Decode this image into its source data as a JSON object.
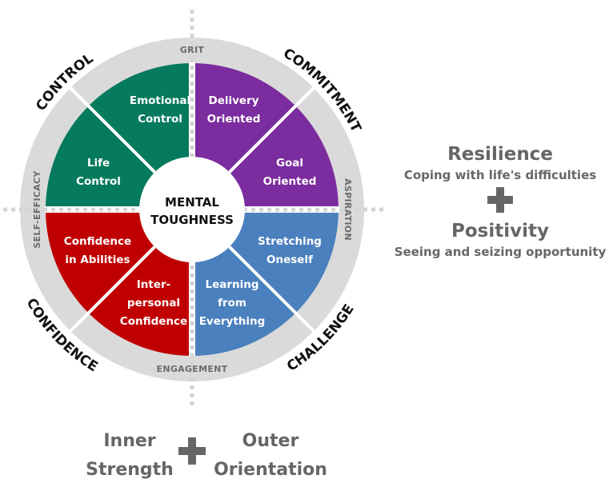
{
  "diagram": {
    "center_label": [
      "MENTAL",
      "TOUGHNESS"
    ],
    "ring_labels": {
      "top": "GRIT",
      "right": "ASPIRATION",
      "bottom": "ENGAGEMENT",
      "left": "SELF-EFFICACY"
    },
    "quadrants": [
      {
        "name": "CONTROL",
        "color": "#067a5e",
        "segments": [
          {
            "lines": [
              "Emotional",
              "Control"
            ]
          },
          {
            "lines": [
              "Life",
              "Control"
            ]
          }
        ]
      },
      {
        "name": "COMMITMENT",
        "color": "#7b2c9e",
        "segments": [
          {
            "lines": [
              "Delivery",
              "Oriented"
            ]
          },
          {
            "lines": [
              "Goal",
              "Oriented"
            ]
          }
        ]
      },
      {
        "name": "CHALLENGE",
        "color": "#4a80bd",
        "segments": [
          {
            "lines": [
              "Stretching",
              "Oneself"
            ]
          },
          {
            "lines": [
              "Learning",
              "from",
              "Everything"
            ]
          }
        ]
      },
      {
        "name": "CONFIDENCE",
        "color": "#c00000",
        "segments": [
          {
            "lines": [
              "Inter-",
              "personal",
              "Confidence"
            ]
          },
          {
            "lines": [
              "Confidence",
              "in Abilities"
            ]
          }
        ]
      }
    ],
    "ring_color": "#dadada",
    "axis_color": "#d4d4d4"
  },
  "right_panel": {
    "title1": "Resilience",
    "subtitle1": "Coping with life's difficulties",
    "plus": "+",
    "title2": "Positivity",
    "subtitle2": "Seeing and seizing opportunity"
  },
  "bottom_panel": {
    "left_line1": "Inner",
    "left_line2": "Strength",
    "plus": "+",
    "right_line1": "Outer",
    "right_line2": "Orientation"
  }
}
